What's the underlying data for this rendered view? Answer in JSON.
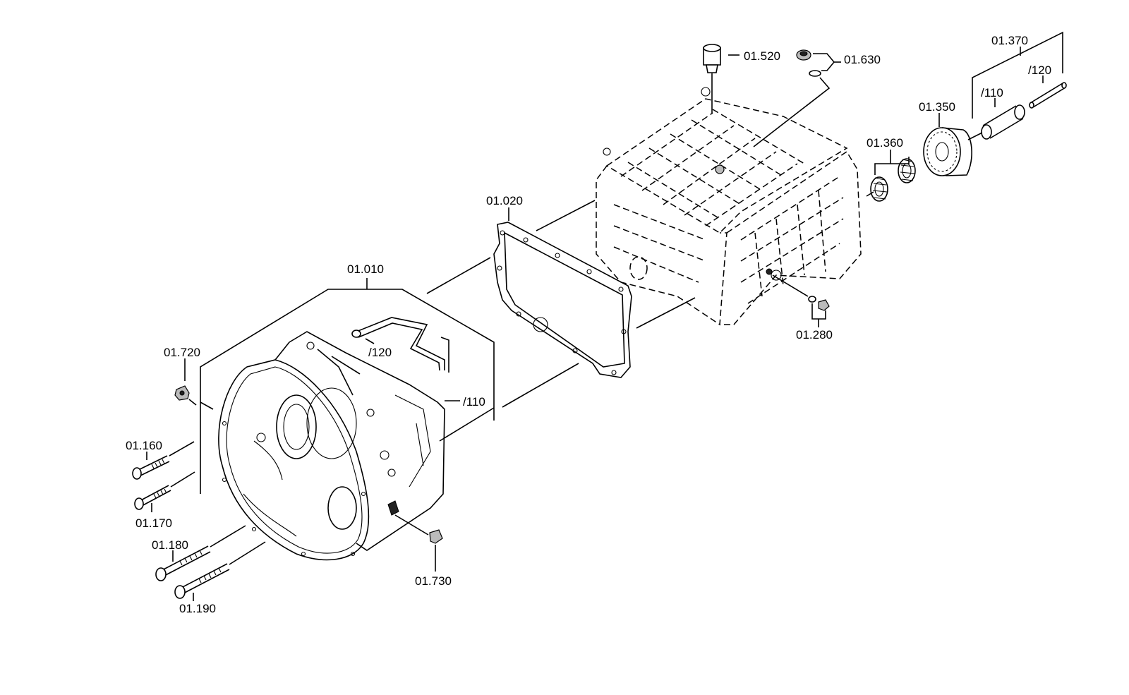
{
  "labels": {
    "housing_front": "01.010",
    "housing_pipe": "/120",
    "housing_sleeve": "/110",
    "gasket": "01.020",
    "plug_720": "01.720",
    "screw_160": "01.160",
    "screw_170": "01.170",
    "screw_180": "01.180",
    "screw_190": "01.190",
    "plug_730": "01.730",
    "breather": "01.520",
    "plug_630": "01.630",
    "plug_280": "01.280",
    "bearing_360": "01.360",
    "gear_350": "01.350",
    "shaft_set": "01.370",
    "shaft_sleeve": "/110",
    "shaft_pin": "/120"
  }
}
